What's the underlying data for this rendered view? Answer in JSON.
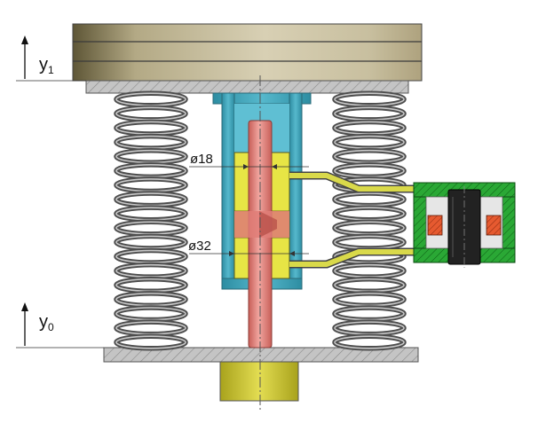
{
  "labels": {
    "y1": "y",
    "y1_sub": "1",
    "y0": "y",
    "y0_sub": "0",
    "dim_small": "ø18",
    "dim_large": "ø32"
  },
  "colors": {
    "top_mass": "#c9c0a0",
    "plate": "#bdbdbd",
    "spring": "#6d6d6d",
    "cylinder": "#3aa0b5",
    "piston": "#e8e84a",
    "rod": "#e07e78",
    "pipe": "#d9d94a",
    "valve_body": "#1f9a2e",
    "valve_core": "#222222",
    "valve_coil": "#e0562e",
    "base_foot": "#c9c32a"
  },
  "icons": {
    "axis_arrow": "up-arrow-icon"
  }
}
